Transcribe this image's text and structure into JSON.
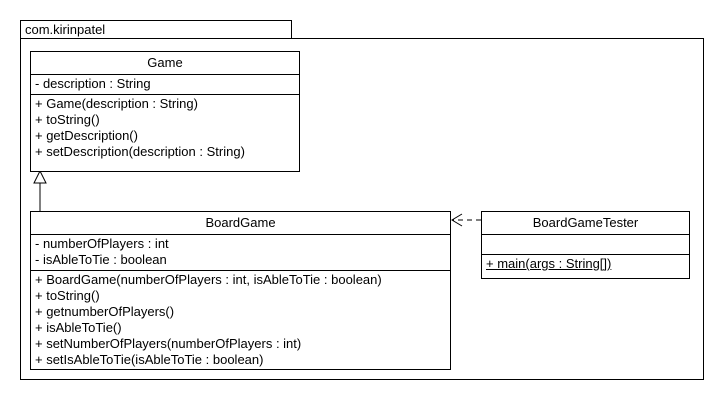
{
  "package": {
    "name": "com.kirinpatel"
  },
  "classes": {
    "game": {
      "name": "Game",
      "attributes": [
        "- description : String"
      ],
      "operations": [
        "+ Game(description : String)",
        "+ toString()",
        "+ getDescription()",
        "+ setDescription(description : String)"
      ]
    },
    "board_game": {
      "name": "BoardGame",
      "attributes": [
        "- numberOfPlayers : int",
        "- isAbleToTie : boolean"
      ],
      "operations": [
        "+ BoardGame(numberOfPlayers : int, isAbleToTie : boolean)",
        "+ toString()",
        "+ getnumberOfPlayers()",
        "+ isAbleToTie()",
        "+ setNumberOfPlayers(numberOfPlayers : int)",
        "+ setIsAbleToTie(isAbleToTie : boolean)"
      ]
    },
    "board_game_tester": {
      "name": "BoardGameTester",
      "attributes": [],
      "operations": [
        "+ main(args : String[])"
      ]
    }
  },
  "relationships": [
    {
      "type": "generalization",
      "from": "BoardGame",
      "to": "Game"
    },
    {
      "type": "dependency",
      "from": "BoardGameTester",
      "to": "BoardGame"
    }
  ]
}
